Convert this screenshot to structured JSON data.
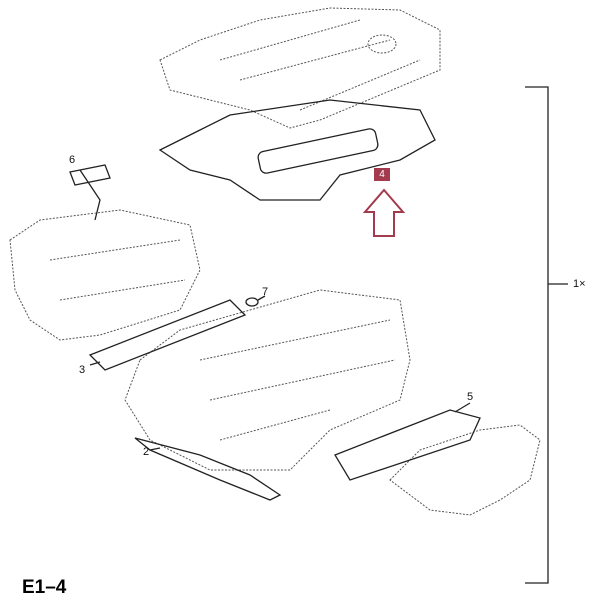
{
  "figure_label": "E1–4",
  "quantity": "1×",
  "highlight_color": "#a33a4e",
  "callouts": [
    {
      "id": "2",
      "label": "2"
    },
    {
      "id": "3",
      "label": "3"
    },
    {
      "id": "4",
      "label": "4",
      "highlighted": true
    },
    {
      "id": "5",
      "label": "5"
    },
    {
      "id": "6",
      "label": "6"
    },
    {
      "id": "7",
      "label": "7"
    }
  ]
}
